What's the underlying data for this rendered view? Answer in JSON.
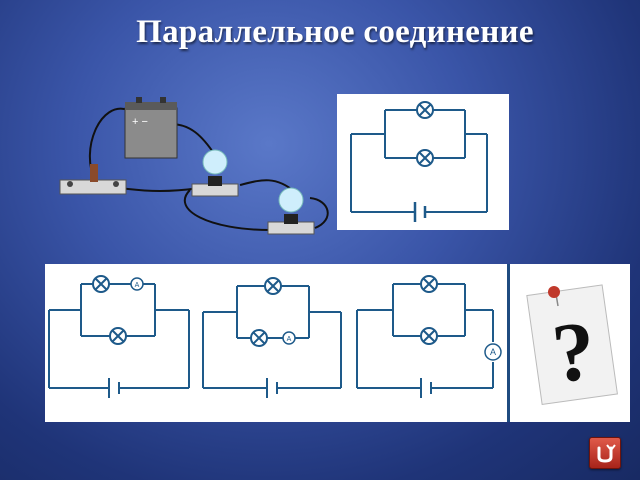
{
  "slide": {
    "title": "Параллельное соединение"
  },
  "diagrams": {
    "bottom": [
      {
        "meter_label": "A"
      },
      {
        "meter_label": "A"
      },
      {
        "meter_label": "A"
      }
    ]
  },
  "question_card": {
    "symbol": "?"
  },
  "colors": {
    "background": "#2a4392",
    "wire": "#1e5a8a",
    "title": "#ffffff",
    "home_button": "#c0392b"
  },
  "icons": {
    "home": "return-arrow-icon",
    "pin": "push-pin-icon"
  }
}
